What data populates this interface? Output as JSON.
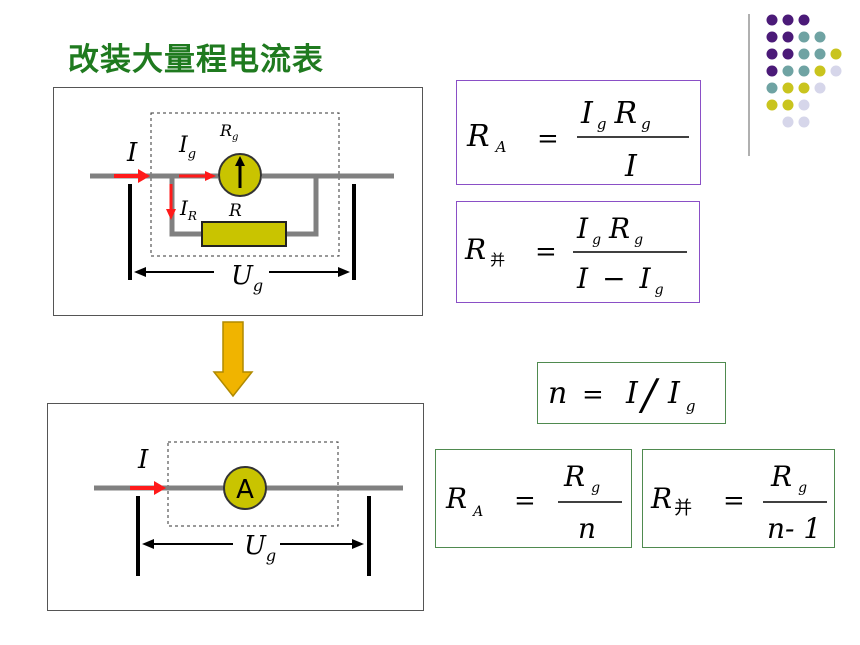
{
  "title": "改装大量程电流表",
  "circuit_top": {
    "label_I": "I",
    "label_Ig": "I",
    "label_Ig_sub": "g",
    "label_Rg": "R",
    "label_Rg_sub": "g",
    "label_IR": "I",
    "label_IR_sub": "R",
    "label_R": "R",
    "label_Ug": "U",
    "label_Ug_sub": "g"
  },
  "circuit_bottom": {
    "label_I": "I",
    "meter_label": "A",
    "label_Ug": "U",
    "label_Ug_sub": "g"
  },
  "formulas": {
    "ra_top": {
      "lhs": "R",
      "lhs_sub": "A",
      "eq": "=",
      "num": "I",
      "num_sub": "g",
      "num2": "R",
      "num2_sub": "g",
      "den": "I"
    },
    "rbing_top": {
      "lhs": "R",
      "lhs_sub": "并",
      "eq": "=",
      "num": "I",
      "num_sub": "g",
      "num2": "R",
      "num2_sub": "g",
      "den": "I",
      "minus": "−",
      "den2": "I",
      "den2_sub": "g"
    },
    "n": {
      "lhs": "n",
      "eq": "=",
      "a": "I",
      "slash": "/",
      "b": "I",
      "b_sub": "g"
    },
    "ra_bottom": {
      "lhs": "R",
      "lhs_sub": "A",
      "eq": "=",
      "num": "R",
      "num_sub": "g",
      "den": "n"
    },
    "rbing_bottom": {
      "lhs": "R",
      "lhs_sub": "并",
      "eq": "=",
      "num": "R",
      "num_sub": "g",
      "den": "n- 1"
    }
  },
  "colors": {
    "title": "#1f7a1f",
    "wire": "#808080",
    "arrow": "#ff1a1a",
    "meter_fill": "#c9c400",
    "resistor_fill": "#c9c400",
    "down_arrow": "#f0b400",
    "dot_purple": "#4b1a78",
    "dot_teal": "#6fa3a3",
    "dot_yellow": "#c9c41e",
    "dot_lavender": "#d6d6ea"
  }
}
